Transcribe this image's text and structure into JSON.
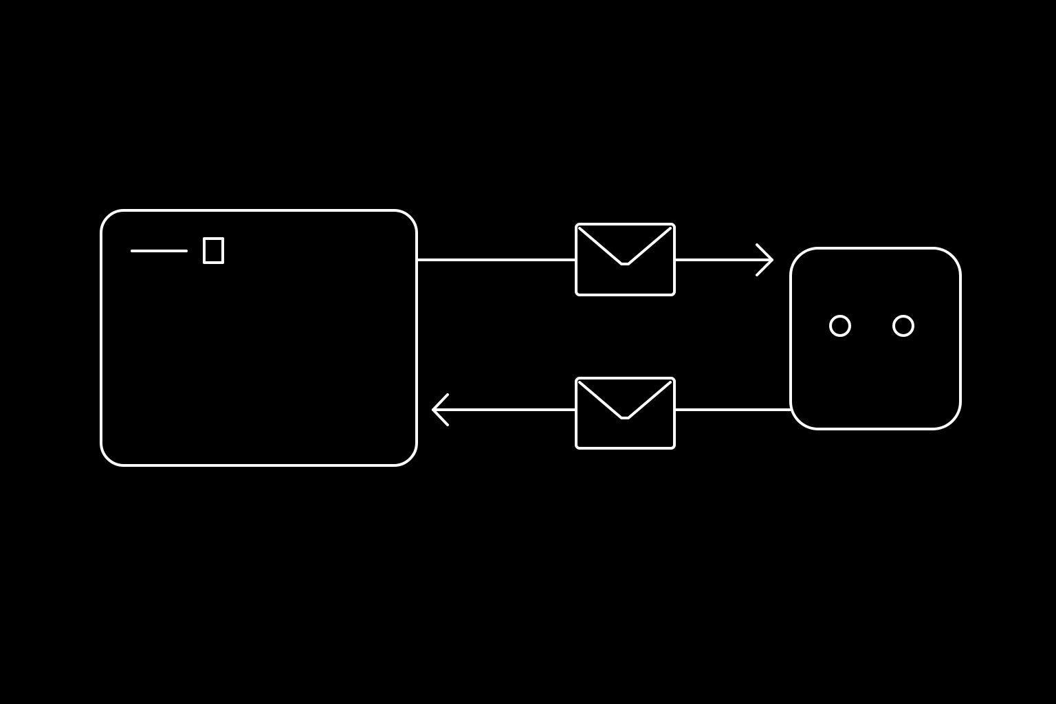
{
  "diagram": {
    "colors": {
      "background": "#000000",
      "stroke": "#ffffff"
    },
    "nodes": [
      {
        "id": "terminal-window",
        "icon": "terminal-window-icon",
        "text": ""
      },
      {
        "id": "bot",
        "icon": "bot-face-icon",
        "text": ""
      }
    ],
    "edges": [
      {
        "from": "terminal-window",
        "to": "bot",
        "icon": "envelope-icon",
        "label": ""
      },
      {
        "from": "bot",
        "to": "terminal-window",
        "icon": "envelope-icon",
        "label": ""
      }
    ]
  }
}
